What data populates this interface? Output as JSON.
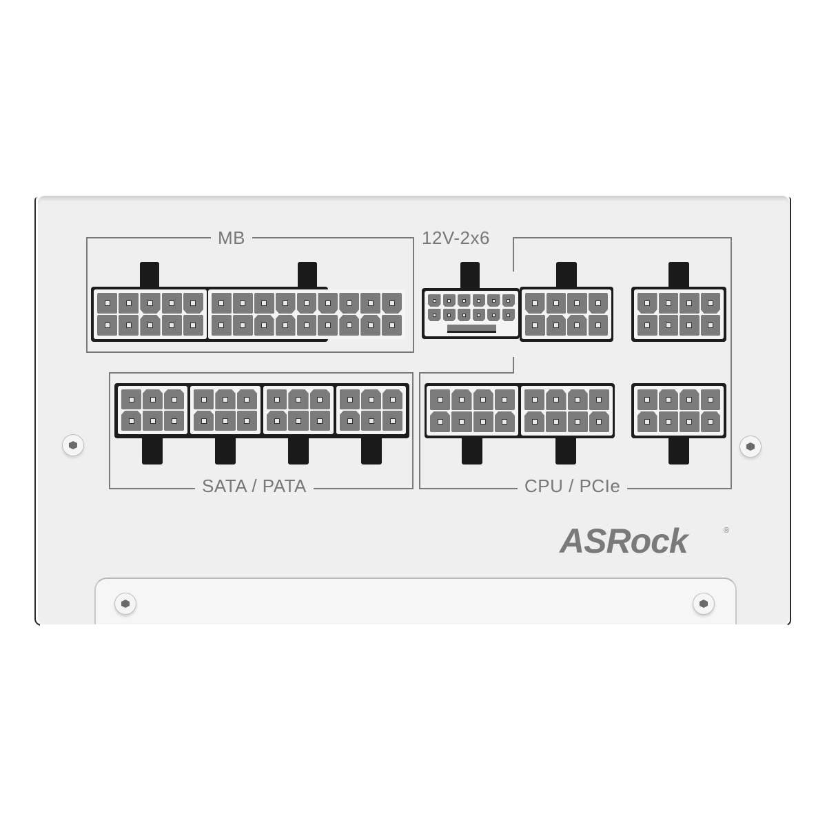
{
  "product": {
    "brand": "ASRock",
    "registered_mark": "®",
    "description": "Modular PSU connector panel (white)"
  },
  "labels": {
    "mb": "MB",
    "v12_2x6": "12V-2x6",
    "sata_pata": "SATA / PATA",
    "cpu_pcie": "CPU / PCIe"
  },
  "connectors": {
    "mb": [
      {
        "name": "MB 10-pin",
        "pins": 10,
        "cols": 5
      },
      {
        "name": "MB 18-pin",
        "pins": 18,
        "cols": 9
      }
    ],
    "v12_2x6": [
      {
        "name": "12V-2x6",
        "pins": 12,
        "cols": 6,
        "sense_pins": 4
      }
    ],
    "top_cpu_pcie": [
      {
        "name": "CPU/PCIe 8-pin (top 1)",
        "pins": 8,
        "cols": 4
      },
      {
        "name": "CPU/PCIe 8-pin (top 2)",
        "pins": 8,
        "cols": 4
      }
    ],
    "sata_pata": [
      {
        "name": "SATA/PATA 6-pin 1",
        "pins": 6,
        "cols": 3
      },
      {
        "name": "SATA/PATA 6-pin 2",
        "pins": 6,
        "cols": 3
      },
      {
        "name": "SATA/PATA 6-pin 3",
        "pins": 6,
        "cols": 3
      },
      {
        "name": "SATA/PATA 6-pin 4",
        "pins": 6,
        "cols": 3
      }
    ],
    "cpu_pcie": [
      {
        "name": "CPU/PCIe 8-pin 1",
        "pins": 8,
        "cols": 4
      },
      {
        "name": "CPU/PCIe 8-pin 2",
        "pins": 8,
        "cols": 4
      },
      {
        "name": "CPU/PCIe 8-pin 3",
        "pins": 8,
        "cols": 4
      }
    ]
  },
  "screws": 4,
  "colors": {
    "panel": "#efefef",
    "label_text": "#777777",
    "bracket_line": "#7a7a7a",
    "connector_housing": "#f4f4f4",
    "pin_cavity": "#7b7b7b",
    "latch": "#1a1a1a",
    "logo": "#7a7a7a"
  }
}
